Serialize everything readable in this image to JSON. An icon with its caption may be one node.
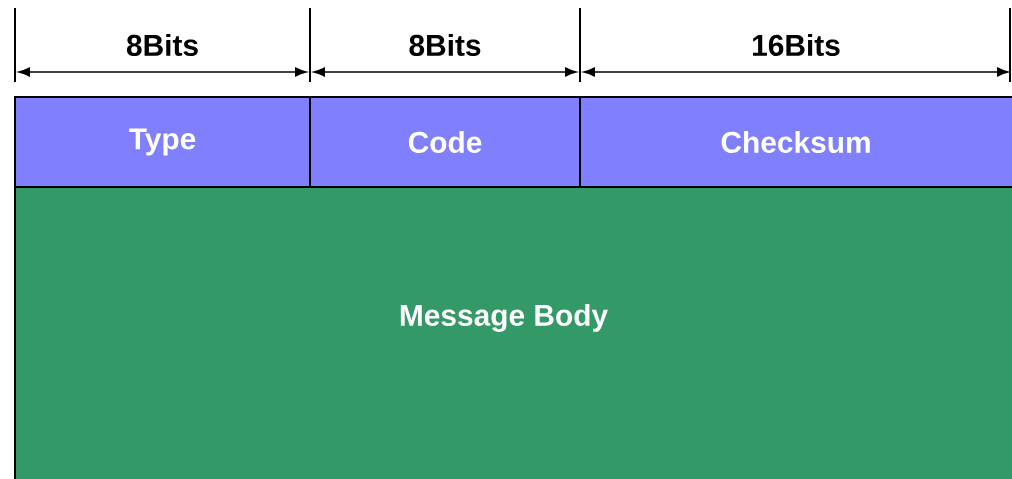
{
  "diagram": {
    "nodes": [
      {
        "text": [
          "Type"
        ]
      },
      {
        "text": [
          "Code"
        ]
      },
      {
        "text": [
          "Checksum"
        ]
      },
      {
        "text": [
          "Message Body"
        ]
      }
    ],
    "labels": [
      "8Bits",
      "8Bits",
      "16Bits"
    ]
  }
}
